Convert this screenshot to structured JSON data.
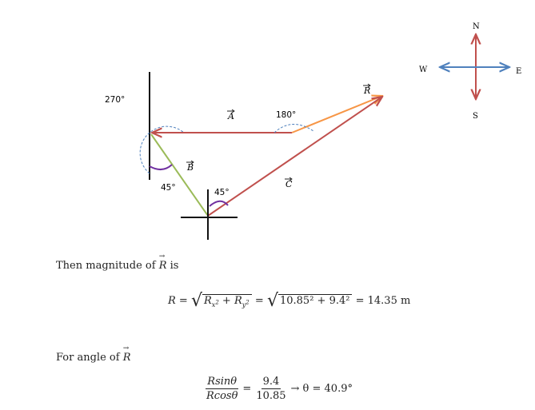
{
  "compass": {
    "north": "N",
    "south": "S",
    "east": "E",
    "west": "W"
  },
  "vectors": {
    "A": "A",
    "B": "B",
    "C": "C",
    "R": "R"
  },
  "angles": {
    "a270": "270°",
    "a180": "180°",
    "a45_left": "45°",
    "a45_right": "45°"
  },
  "text": {
    "magnitude_intro": "Then magnitude of",
    "magnitude_vec": "R",
    "magnitude_is": "is",
    "angle_intro": "For angle of",
    "angle_vec": "R"
  },
  "equation_magnitude": {
    "lhs": "R =",
    "comp_x": "R",
    "sub_x": "x",
    "plus": "+",
    "comp_y": "R",
    "sub_y": "y",
    "equals": "=",
    "numeric": "10.85² + 9.4²",
    "result": "= 14.35 m"
  },
  "equation_angle": {
    "num_left": "Rsinθ",
    "den_left": "Rcosθ",
    "equals": "=",
    "num_right": "9.4",
    "den_right": "10.85",
    "result": "→ θ = 40.9°"
  },
  "colors": {
    "vector_A": "#c0504d",
    "vector_B": "#9bbb59",
    "vector_C": "#c0504d",
    "vector_R": "#f79646",
    "compass_ns": "#c0504d",
    "compass_ew": "#4f81bd",
    "angle_dashed": "#4f81bd",
    "angle_arc": "#7030a0"
  }
}
